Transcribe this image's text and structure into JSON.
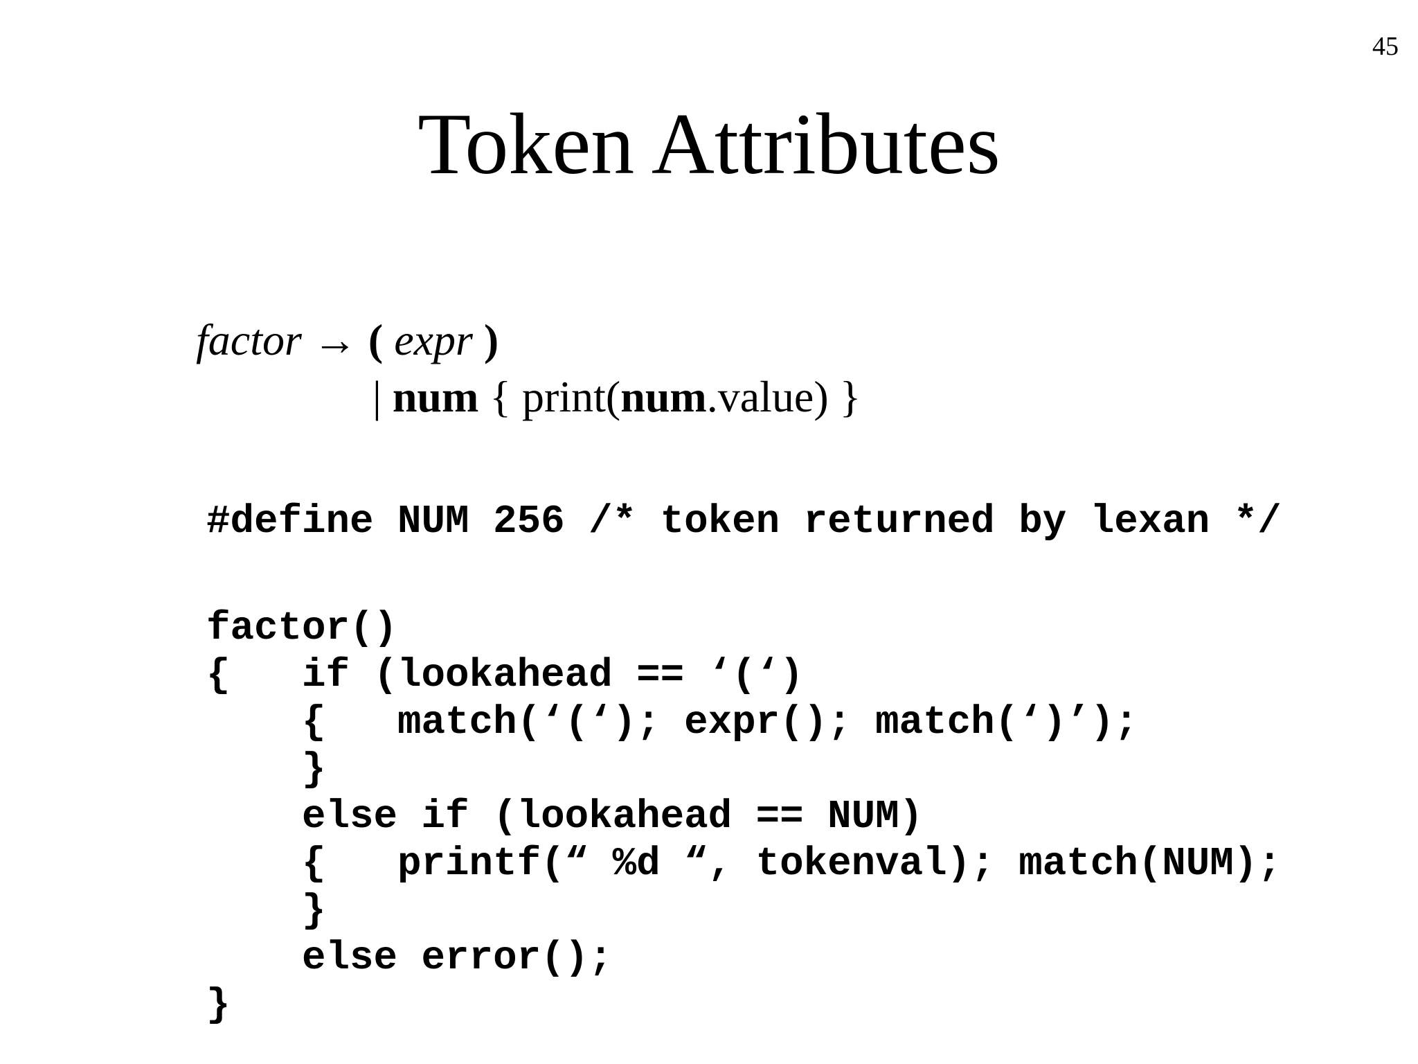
{
  "slide": {
    "page_number": "45",
    "title": "Token Attributes"
  },
  "grammar": {
    "head": "factor",
    "arrow": " → ",
    "lparen": "(",
    "expr": " expr ",
    "rparen": ")",
    "bar": "| ",
    "num": "num",
    "action_open": " { print(",
    "num2": "num",
    "action_close": ".value) }"
  },
  "code": {
    "define_line": "#define NUM 256 /* token returned by lexan */",
    "lines": [
      "factor()",
      "{   if (lookahead == ‘(‘)",
      "    {   match(‘(‘); expr(); match(‘)’);",
      "    }",
      "    else if (lookahead == NUM)",
      "    {   printf(“ %d “, tokenval); match(NUM);",
      "    }",
      "    else error();",
      "}"
    ]
  }
}
